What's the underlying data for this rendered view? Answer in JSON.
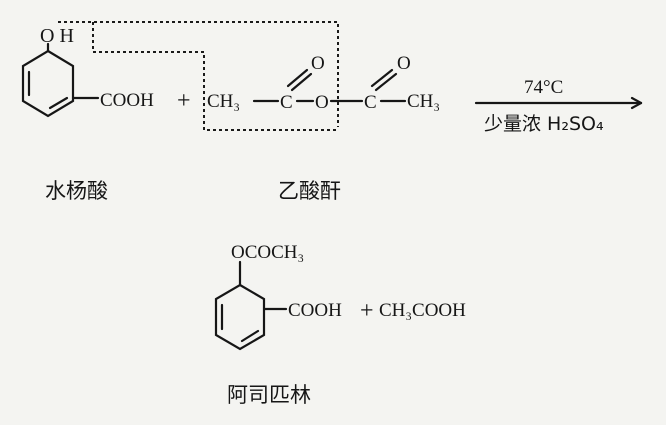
{
  "reaction": {
    "reactant1": {
      "oh_label": "O H",
      "cooh_label": "COOH",
      "name": "水杨酸"
    },
    "plus1": "+",
    "reactant2": {
      "ch3_left": "CH₃",
      "c_left": "C",
      "o_top_left": "O",
      "o_bridge": "O",
      "c_right": "C",
      "o_top_right": "O",
      "ch3_right": "CH₃",
      "name": "乙酸酐"
    },
    "conditions": {
      "temperature": "74°C",
      "catalyst": "少量浓 H₂SO₄"
    },
    "product1": {
      "ester_label": "OCOCH₃",
      "cooh_label": "COOH",
      "name": "阿司匹林"
    },
    "plus2": "+",
    "product2": {
      "formula": "CH₃COOH"
    }
  }
}
